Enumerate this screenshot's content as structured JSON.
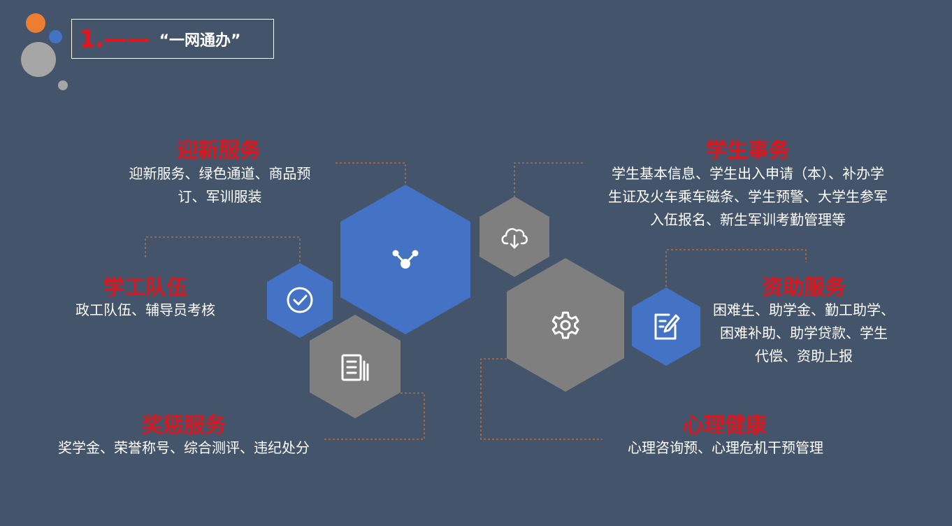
{
  "header": {
    "number": "1.——",
    "title": "“一网通办”"
  },
  "colors": {
    "background": "#44546a",
    "accent_blue": "#4472c4",
    "accent_gray": "#7f7f7f",
    "heading_red": "#d9171e",
    "connector_orange": "#ed7d31"
  },
  "sections": {
    "welcome": {
      "title": "迎新服务",
      "desc1": "迎新服务、绿色通道、商品预",
      "desc2": "订、军训服装",
      "icon": "share-nodes-icon"
    },
    "affairs": {
      "title": "学生事务",
      "desc1": "学生基本信息、学生出入申请（本）、补办学",
      "desc2": "生证及火车乘车磁条、学生预警、大学生参军",
      "desc3": "入伍报名、新生军训考勤管理等",
      "icon": "cloud-download-icon"
    },
    "team": {
      "title": "学工队伍",
      "desc1": "政工队伍、辅导员考核",
      "icon": "check-circle-icon"
    },
    "aid": {
      "title": "资助服务",
      "desc1": "困难生、助学金、勤工助学、",
      "desc2": "困难补助、助学贷款、学生",
      "desc3": "代偿、资助上报",
      "icon": "edit-document-icon"
    },
    "reward": {
      "title": "奖惩服务",
      "desc1": "奖学金、荣誉称号、综合测评、违纪处分",
      "icon": "document-list-icon"
    },
    "mental": {
      "title": "心理健康",
      "desc1": "心理咨询预、心理危机干预管理",
      "icon": "gear-icon"
    }
  }
}
